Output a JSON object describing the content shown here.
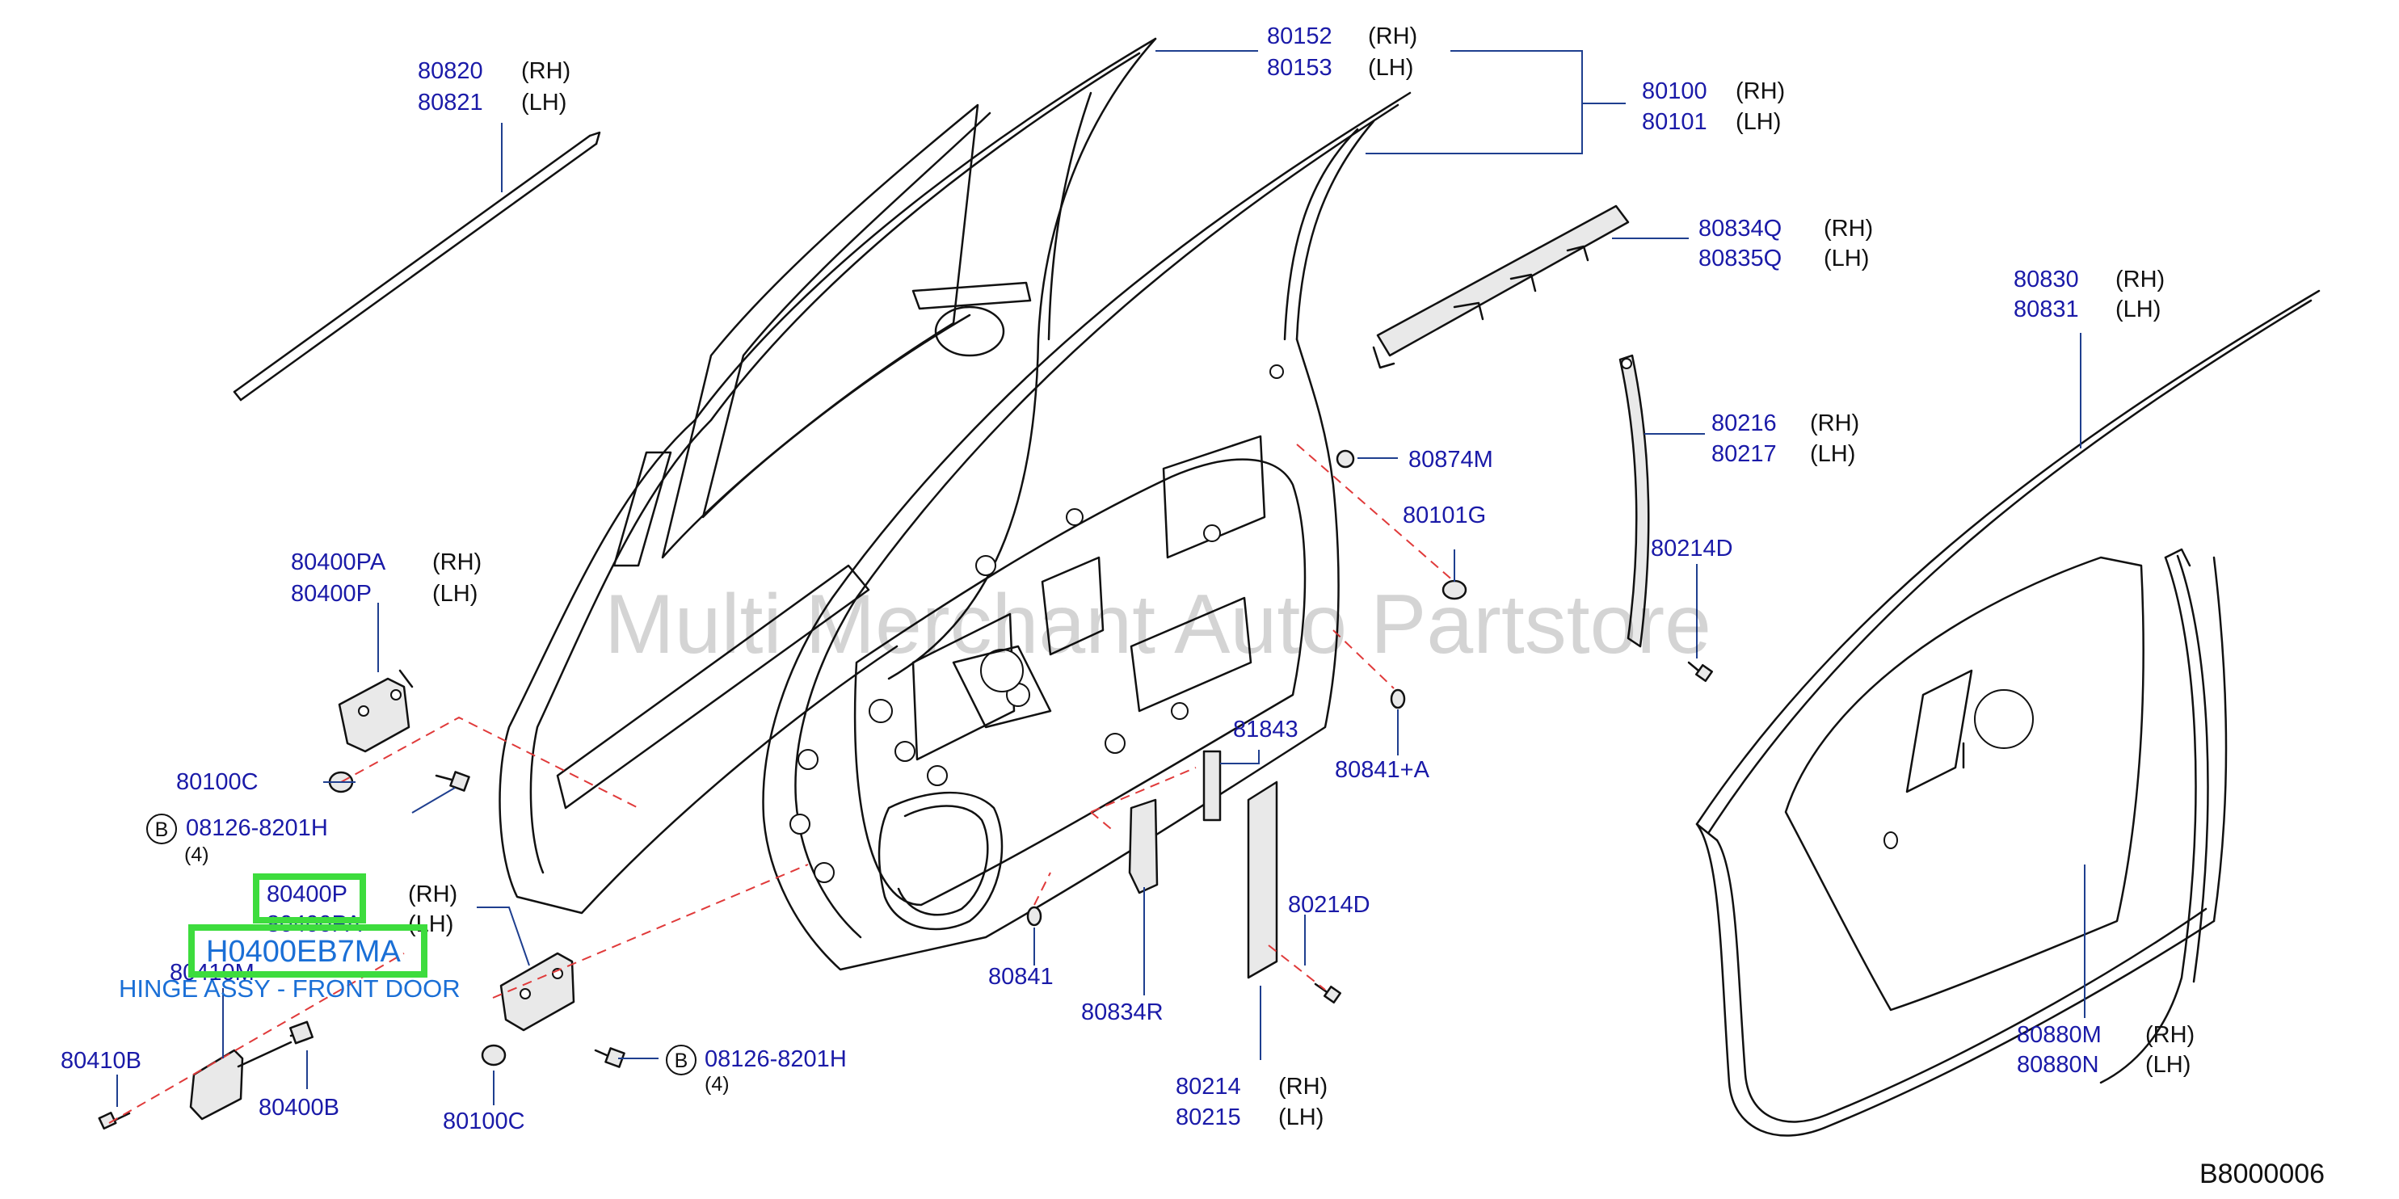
{
  "labels": [
    {
      "code": "80820",
      "side": "(RH)"
    },
    {
      "code": "80821",
      "side": "(LH)"
    },
    {
      "code": "80152",
      "side": "(RH)"
    },
    {
      "code": "80153",
      "side": "(LH)"
    },
    {
      "code": "80100",
      "side": "(RH)"
    },
    {
      "code": "80101",
      "side": "(LH)"
    },
    {
      "code": "80834Q",
      "side": "(RH)"
    },
    {
      "code": "80835Q",
      "side": "(LH)"
    },
    {
      "code": "80830",
      "side": "(RH)"
    },
    {
      "code": "80831",
      "side": "(LH)"
    },
    {
      "code": "80216",
      "side": "(RH)"
    },
    {
      "code": "80217",
      "side": "(LH)"
    },
    {
      "code": "80874M",
      "side": ""
    },
    {
      "code": "80101G",
      "side": ""
    },
    {
      "code": "80214D",
      "side": ""
    },
    {
      "code": "80400PA",
      "side": "(RH)"
    },
    {
      "code": "80400P",
      "side": "(LH)"
    },
    {
      "code": "80100C",
      "side": ""
    },
    {
      "code": "08126-8201H",
      "side": ""
    },
    {
      "code": "81843",
      "side": ""
    },
    {
      "code": "80841+A",
      "side": ""
    },
    {
      "code": "80400P",
      "side": "(RH)"
    },
    {
      "code": "80400PA",
      "side": "(LH)"
    },
    {
      "code": "80410M",
      "side": ""
    },
    {
      "code": "80214D",
      "side": ""
    },
    {
      "code": "80841",
      "side": ""
    },
    {
      "code": "80834R",
      "side": ""
    },
    {
      "code": "80410B",
      "side": ""
    },
    {
      "code": "80400B",
      "side": ""
    },
    {
      "code": "80100C",
      "side": ""
    },
    {
      "code": "08126-8201H",
      "side": ""
    },
    {
      "code": "80214",
      "side": "(RH)"
    },
    {
      "code": "80215",
      "side": "(LH)"
    },
    {
      "code": "80880M",
      "side": "(RH)"
    },
    {
      "code": "80880N",
      "side": "(LH)"
    }
  ],
  "callouts": [
    {
      "letter": "B",
      "qty": "(4)"
    },
    {
      "letter": "B",
      "qty": "(4)"
    }
  ],
  "highlight": {
    "code": "H0400EB7MA",
    "description": "HINGE ASSY - FRONT DOOR"
  },
  "watermark": "Multi Merchant Auto Partstore",
  "figure_code": "B8000006",
  "colors": {
    "part_number": "#1a1aa8",
    "leader_line": "#1f3f8f",
    "dashed_line": "#e03a3a",
    "highlight_border": "#3ddc3d",
    "highlight_text": "#1a6fd6"
  }
}
